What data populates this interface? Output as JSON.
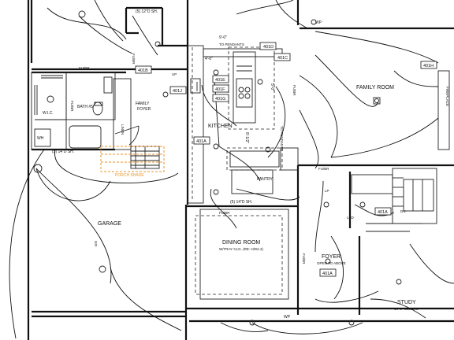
{
  "rooms": {
    "family_room": "FAMILY ROOM",
    "kitchen": "KITCHEN",
    "garage": "GARAGE",
    "dining_room": "DINING ROOM",
    "dining_note": "W/TRAY CLG. (RE: H/D2.4)",
    "foyer": "FOYER",
    "foyer_note": "OPEN TO ABOVE",
    "study": "STUDY",
    "study_note": "14'-1\" CEILING",
    "pantry": "PANTRY",
    "family_foyer_1": "FAMILY",
    "family_foyer_2": "FOYER",
    "bath": "BATH #5",
    "wic": "W.I.C.",
    "linen": "LINEN",
    "fireplace": "FIREPLACE"
  },
  "tags": {
    "t401d": "401D",
    "t401c": "401C",
    "t401b": "401B",
    "t401e": "401E",
    "t401f": "401F",
    "t401g": "401G",
    "t401h": "401H",
    "t401j": "401J",
    "t401a_kitchen": "401A",
    "t401a_foyer": "401A",
    "t401a_hall": "401A"
  },
  "notes": {
    "to_pendants_top": "TO PENDANTS",
    "to_pendants_side": "TO PENDANTS",
    "dim_9_0": "9'-0\"",
    "dim_4_0": "4'-0\"",
    "dim_5_0": "5'-0\"",
    "dim_8_1_2": "8'-1/2\"",
    "shelf_top": "(5) 12\"D SH.",
    "shelf_garage": "(5) 14\"D SH.",
    "shelf_pantry": "(5) 14\"D SH.",
    "wp_top": "WP",
    "wp_bottom": "WP",
    "fu_br_1": "FU/BR",
    "fu_br_2": "FU/BR",
    "fu_br_3": "FU/BR",
    "fu_br_4": "FU/BR",
    "fu_br_5": "FU/BR",
    "fu_br_6": "FU/BR",
    "fu_br_7": "FU/BR",
    "wh": "WH",
    "gfi": "GFI",
    "led": "LED",
    "up": "UP",
    "lp": "LP",
    "dn": "DN",
    "orange_label": "PORCH SHADE"
  }
}
